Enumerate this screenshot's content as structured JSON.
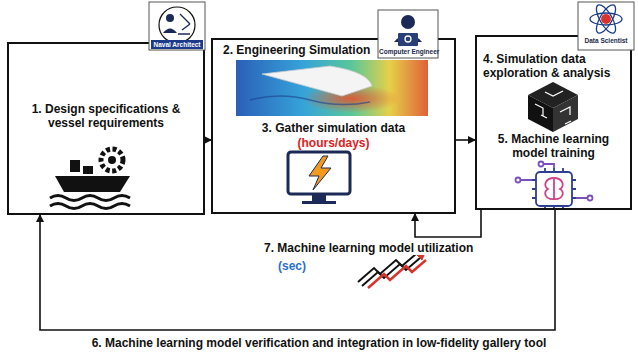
{
  "diagram": {
    "nodes": [
      {
        "text": [
          "1. Design specifications & vessel requirements"
        ]
      },
      {
        "text": [
          "2. Engineering Simulation",
          "3. Gather simulation data",
          "(hours/days)"
        ]
      },
      {
        "text": [
          "4. Simulation data exploration & analysis",
          "5. Machine learning model training"
        ]
      }
    ],
    "edges": [
      {
        "from": 0,
        "to": 1,
        "arrow": "to"
      },
      {
        "from": 1,
        "to": 2,
        "arrow": "to"
      },
      {
        "from": 2,
        "to": 1,
        "arrow": "to",
        "label": "7. Machine learning model utilization"
      },
      {
        "from": 2,
        "to": 0,
        "arrow": "to",
        "label": "6. Machine learning model verification and integration in low-fidelity gallery tool"
      }
    ],
    "labels": [
      "Naval Architect",
      "Computer Engineer",
      "Data Scientist",
      "(sec)"
    ]
  }
}
